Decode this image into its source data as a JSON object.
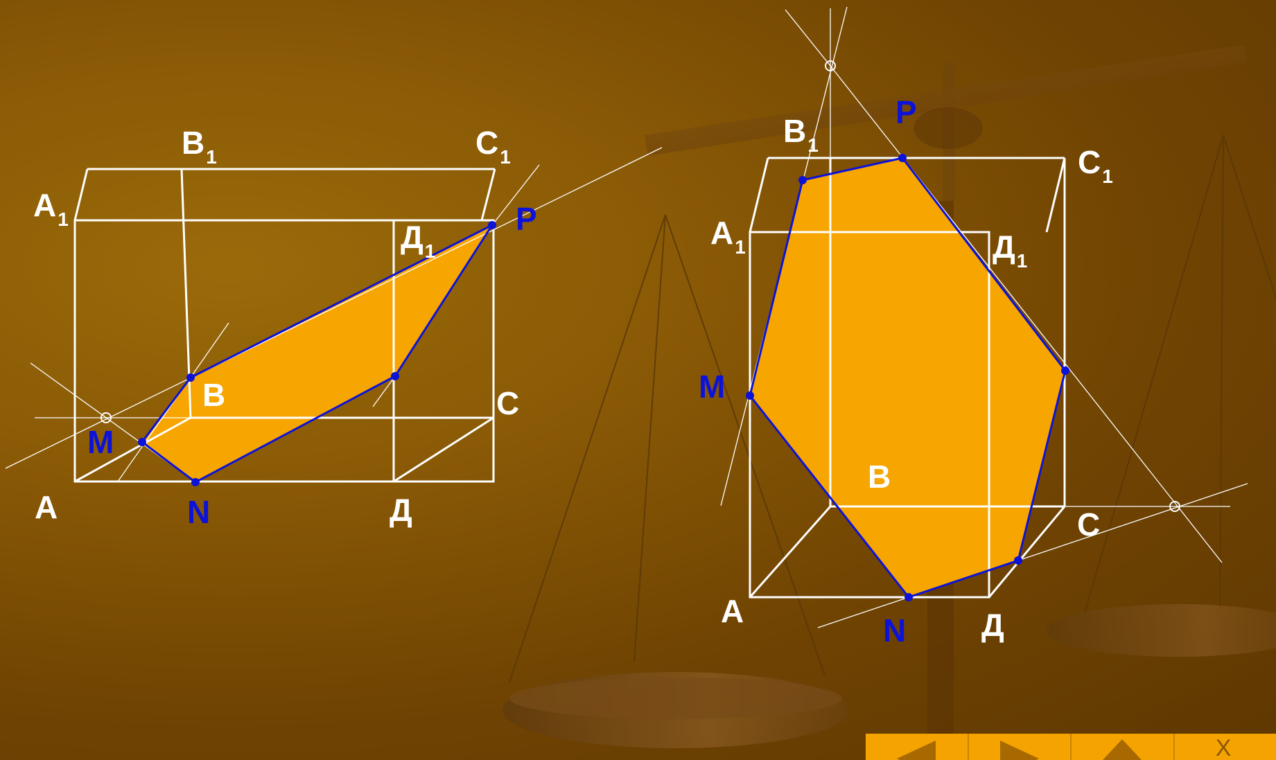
{
  "left_figure": {
    "labels": {
      "A1": {
        "main": "A",
        "sub": "1"
      },
      "B1": {
        "main": "B",
        "sub": "1"
      },
      "C1": {
        "main": "C",
        "sub": "1"
      },
      "D1": {
        "main": "Д",
        "sub": "1"
      },
      "A": "A",
      "B": "B",
      "C": "C",
      "D": "Д",
      "M": "M",
      "N": "N",
      "P": "P"
    }
  },
  "right_figure": {
    "labels": {
      "A1": {
        "main": "A",
        "sub": "1"
      },
      "B1": {
        "main": "B",
        "sub": "1"
      },
      "C1": {
        "main": "C",
        "sub": "1"
      },
      "D1": {
        "main": "Д",
        "sub": "1"
      },
      "A": "A",
      "B": "B",
      "C": "C",
      "D": "Д",
      "M": "M",
      "N": "N",
      "P": "P"
    }
  },
  "nav": {
    "close_label": "X",
    "prev_icon": "triangle-left-icon",
    "next_icon": "triangle-right-icon",
    "home_icon": "triangle-up-icon"
  },
  "colors": {
    "section_fill": "#f7a500",
    "section_edge": "#0c12d8",
    "edges": "#ffffff"
  }
}
